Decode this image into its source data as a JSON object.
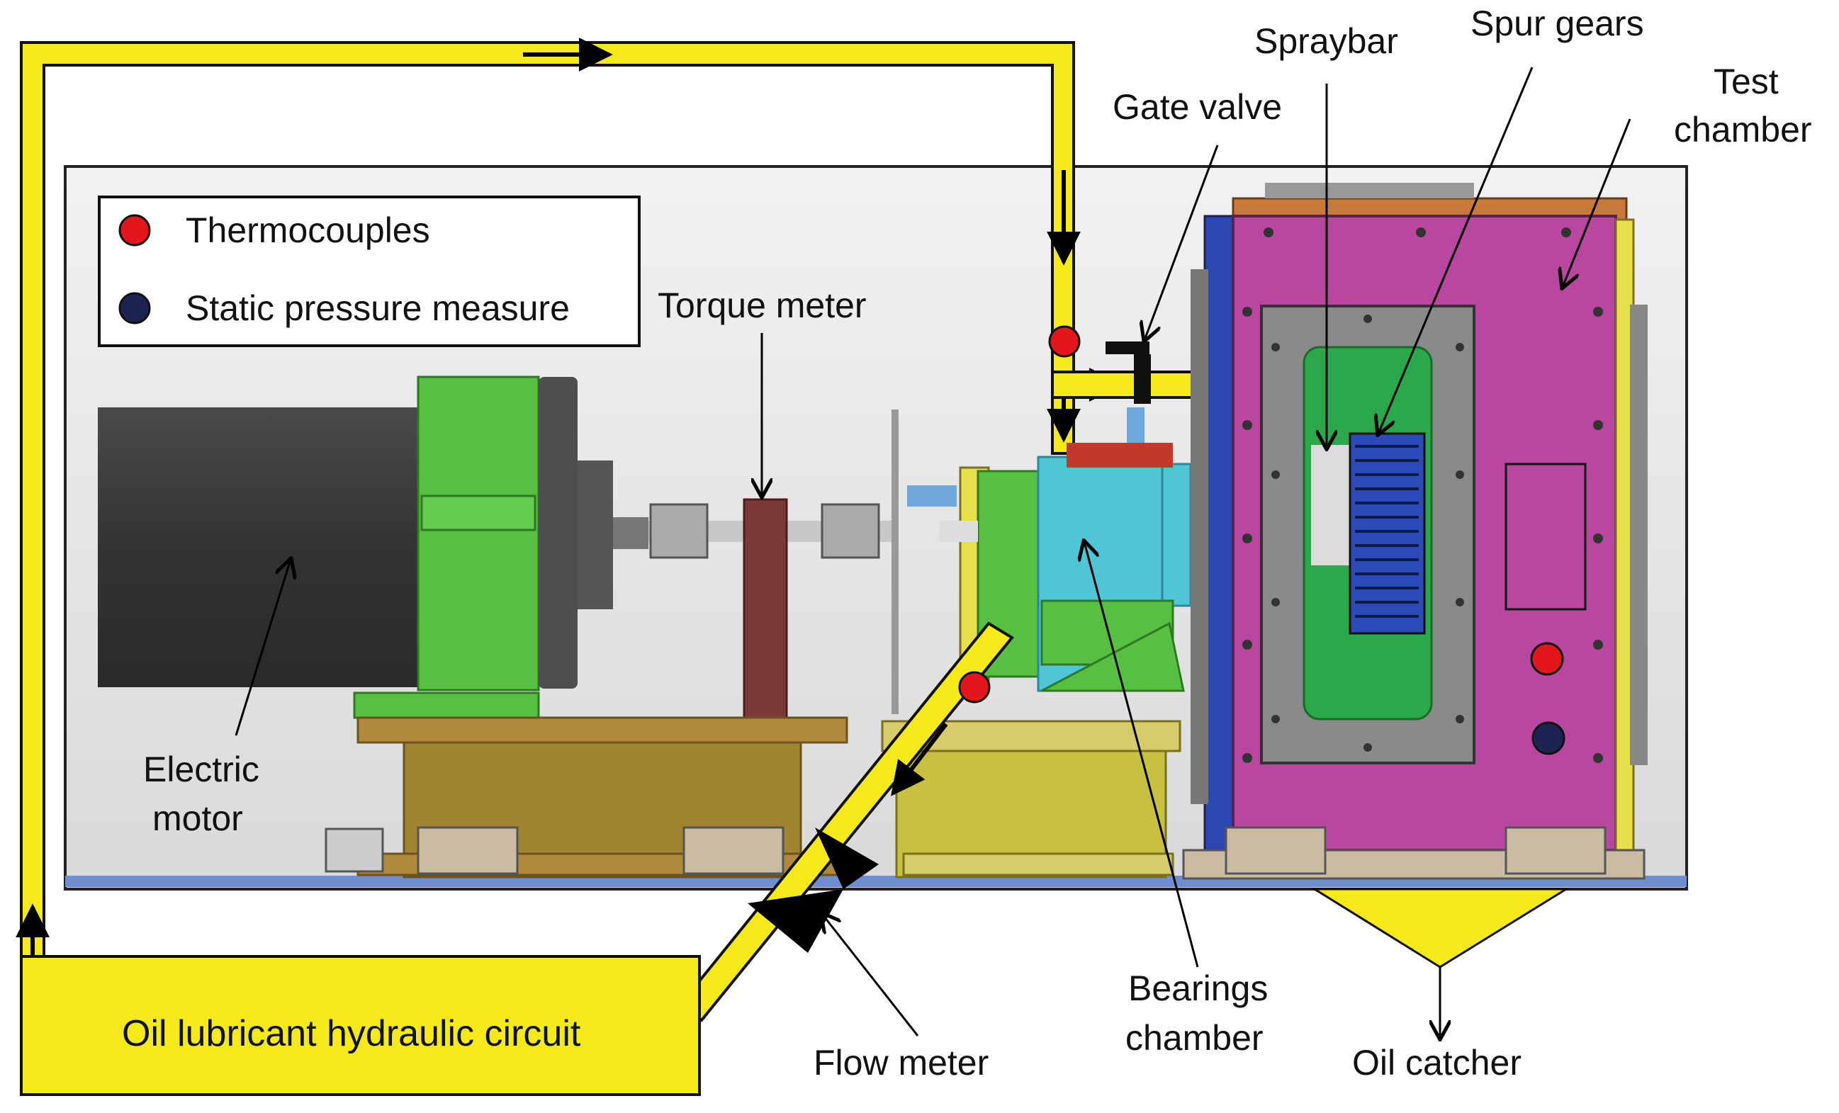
{
  "legend": {
    "items": [
      {
        "label": "Thermocouples",
        "color": "#e3161b"
      },
      {
        "label": "Static pressure measure",
        "color": "#1c2452"
      }
    ]
  },
  "labels": {
    "spraybar": "Spraybar",
    "spur_gears": "Spur gears",
    "gate_valve": "Gate valve",
    "test_chamber_1": "Test",
    "test_chamber_2": "chamber",
    "torque_meter": "Torque meter",
    "electric_motor_1": "Electric",
    "electric_motor_2": "motor",
    "bearings_chamber_1": "Bearings",
    "bearings_chamber_2": "chamber",
    "flow_meter": "Flow meter",
    "oil_catcher": "Oil catcher",
    "hydraulic_circuit": "Oil lubricant hydraulic circuit"
  },
  "colors": {
    "pipe": "#f4ea1a",
    "motor": "#3a3a3a",
    "motor_flange": "#56c040",
    "test_chamber": "#b8489f",
    "bearings_housing": "#4ec6d6",
    "base_plate": "#a08430",
    "spur_gear": "#2c4bb8",
    "window_frame": "#8a8a8a",
    "window": "#2aa84a",
    "thermocouple": "#e3161b",
    "pressure": "#1c2452"
  }
}
